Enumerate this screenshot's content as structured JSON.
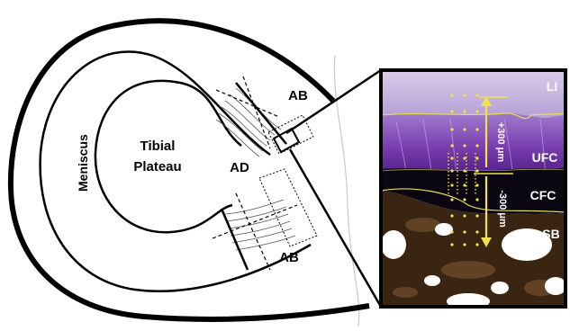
{
  "labels": {
    "meniscus": "Meniscus",
    "tibial_line1": "Tibial",
    "tibial_line2": "Plateau",
    "ad": "AD",
    "ab_top": "AB",
    "ab_bottom": "AB"
  },
  "inset": {
    "zones": {
      "li": "LI",
      "ufc": "UFC",
      "cfc": "CFC",
      "sb": "SB"
    },
    "measures": {
      "up": "+300 μm",
      "down": "-300 μm"
    }
  },
  "colors": {
    "outline": "#000000",
    "ufc_stain": "#7a3fb0",
    "ufc_dark": "#4a1a80",
    "cfc_band": "#0a0612",
    "bone": "#3a2412",
    "bone_marrow": "#ffffff",
    "tidemark": "#e6e04a",
    "arrow": "#f2e14a"
  }
}
